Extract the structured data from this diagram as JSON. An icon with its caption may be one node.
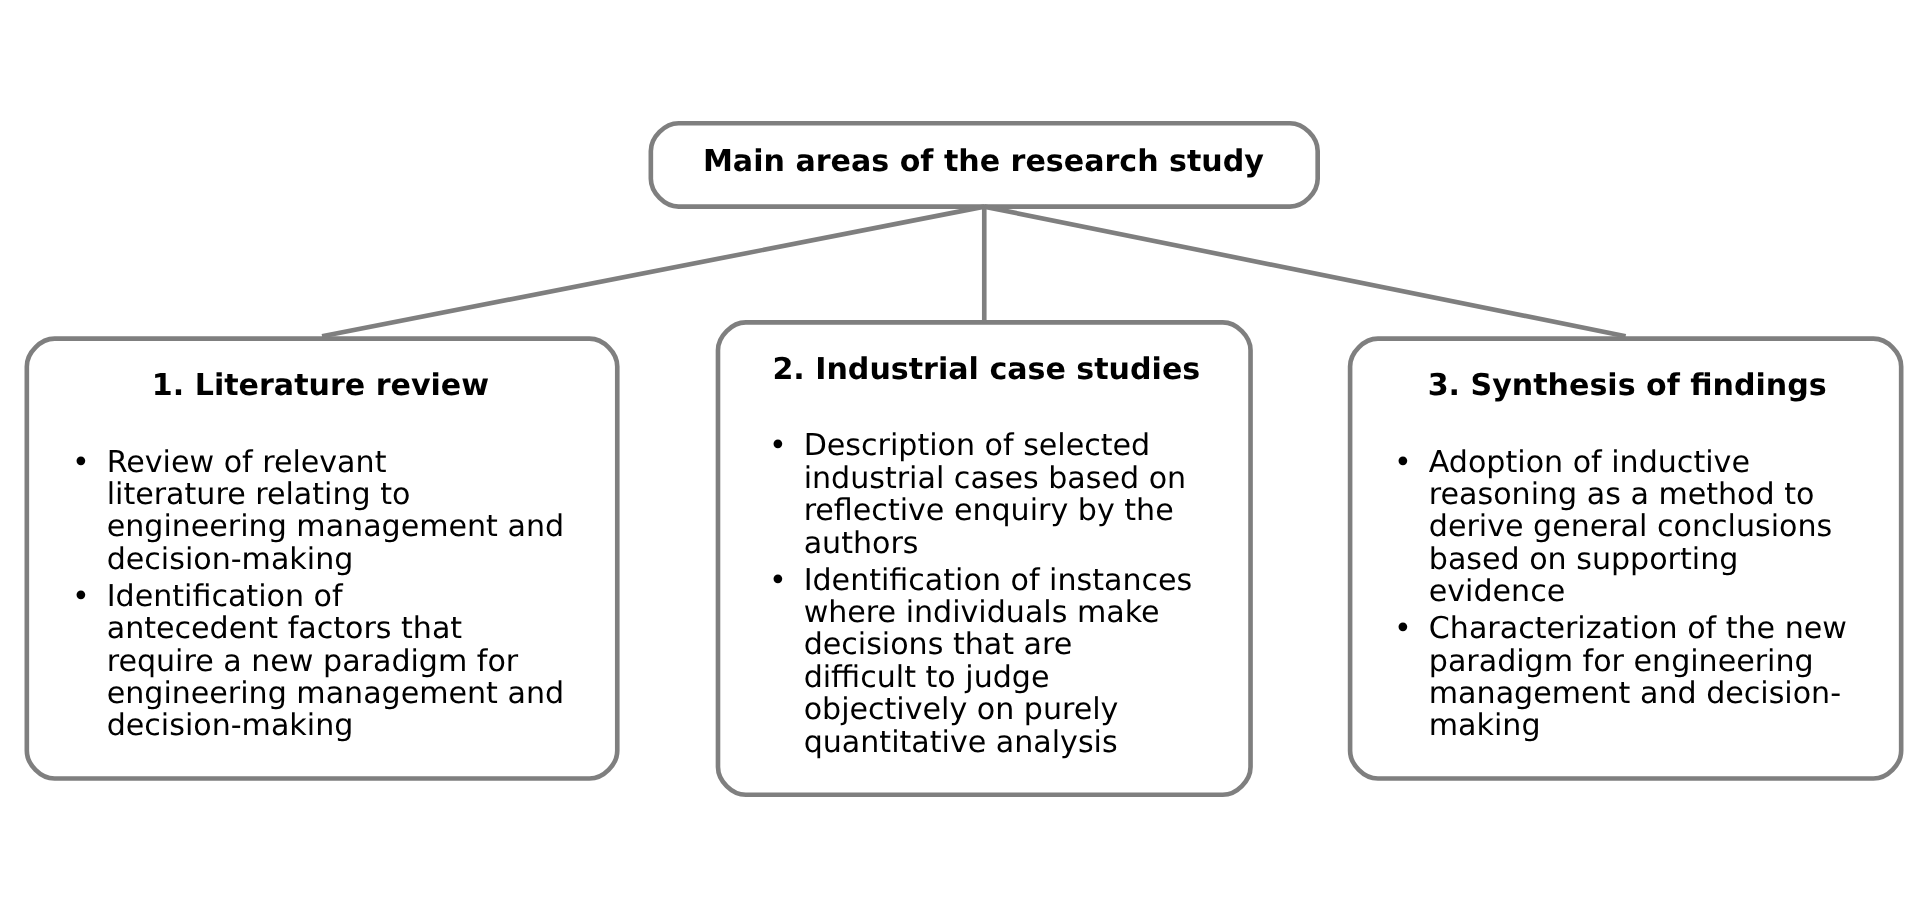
{
  "diagram": {
    "nodes": [
      {
        "text": [
          "Main areas of the research study"
        ]
      },
      {
        "text": [
          "1. Literature review",
          "•",
          "Review of relevant literature relating to engineering management and decision-making",
          "•",
          "Identification of antecedent factors that require a new paradigm for engineering management and decision-making"
        ]
      },
      {
        "text": [
          "2. Industrial case studies",
          "•",
          "Description of selected industrial cases based on reflective enquiry by the authors",
          "•",
          "Identification of instances where individuals make decisions that are difficult to judge objectively on purely quantitative analysis"
        ]
      },
      {
        "text": [
          "3. Synthesis of findings",
          "•",
          "Adoption of inductive reasoning as a method to derive general conclusions based on supporting evidence",
          "•",
          "Characterization of the new paradigm for engineering management and decision-making"
        ]
      }
    ],
    "edges": [
      {
        "from": 0,
        "to": 1,
        "arrow": "none"
      },
      {
        "from": 0,
        "to": 2,
        "arrow": "none"
      },
      {
        "from": 0,
        "to": 3,
        "arrow": "none"
      }
    ]
  }
}
